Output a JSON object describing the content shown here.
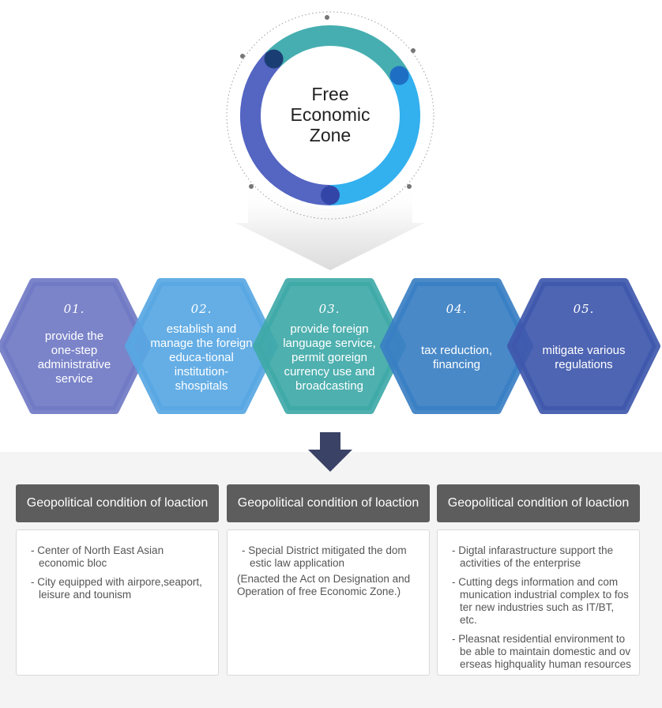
{
  "hero": {
    "title_lines": [
      "Free",
      "Economic",
      "Zone"
    ],
    "ring_colors": {
      "teal": "#46aeb0",
      "sky": "#33b0ee",
      "indigo": "#5465c2",
      "dot_dark": "#1a3e74",
      "dot_blue": "#1e6fc4",
      "dot_indigo": "#3346a8"
    }
  },
  "steps": [
    {
      "num": "01.",
      "lines": [
        "provide the",
        "one-step",
        "administrative",
        "service"
      ],
      "color": "#7079c4"
    },
    {
      "num": "02.",
      "lines": [
        "establish and",
        "manage the foreign",
        "educa-tional",
        "institution-",
        "shospitals"
      ],
      "color": "#58a7e3"
    },
    {
      "num": "03.",
      "lines": [
        "provide foreign",
        "language service,",
        "permit goreign",
        "currency use and",
        "broadcasting"
      ],
      "color": "#3fa9a8"
    },
    {
      "num": "04.",
      "lines": [
        "tax reduction,",
        "financing"
      ],
      "color": "#3a7fc3"
    },
    {
      "num": "05.",
      "lines": [
        "mitigate various",
        "regulations"
      ],
      "color": "#3f58ac"
    }
  ],
  "columns": [
    {
      "header": "Geopolitical condition of loaction",
      "items": [
        {
          "type": "bullet",
          "text": "- Center of North East Asian economic bloc"
        },
        {
          "type": "bullet",
          "text": "- City equipped with airpore,seaport, leisure and tounism"
        }
      ]
    },
    {
      "header": "Geopolitical condition of loaction",
      "items": [
        {
          "type": "bullet",
          "text": "- Special  District mitigated the dom estic law application"
        },
        {
          "type": "note",
          "text": "(Enacted the Act on Designation and Operation of free Economic Zone.)"
        }
      ]
    },
    {
      "header": "Geopolitical condition of loaction",
      "items": [
        {
          "type": "bullet",
          "text": "- Digtal infarastructure support the activities of the enterprise"
        },
        {
          "type": "bullet",
          "text": "- Cutting degs information and com munication industrial complex to fos ter new industries such as IT/BT, etc."
        },
        {
          "type": "bullet",
          "text": "- Pleasnat residential environment to be able to maintain domestic and ov erseas highquality human resources"
        }
      ]
    }
  ]
}
